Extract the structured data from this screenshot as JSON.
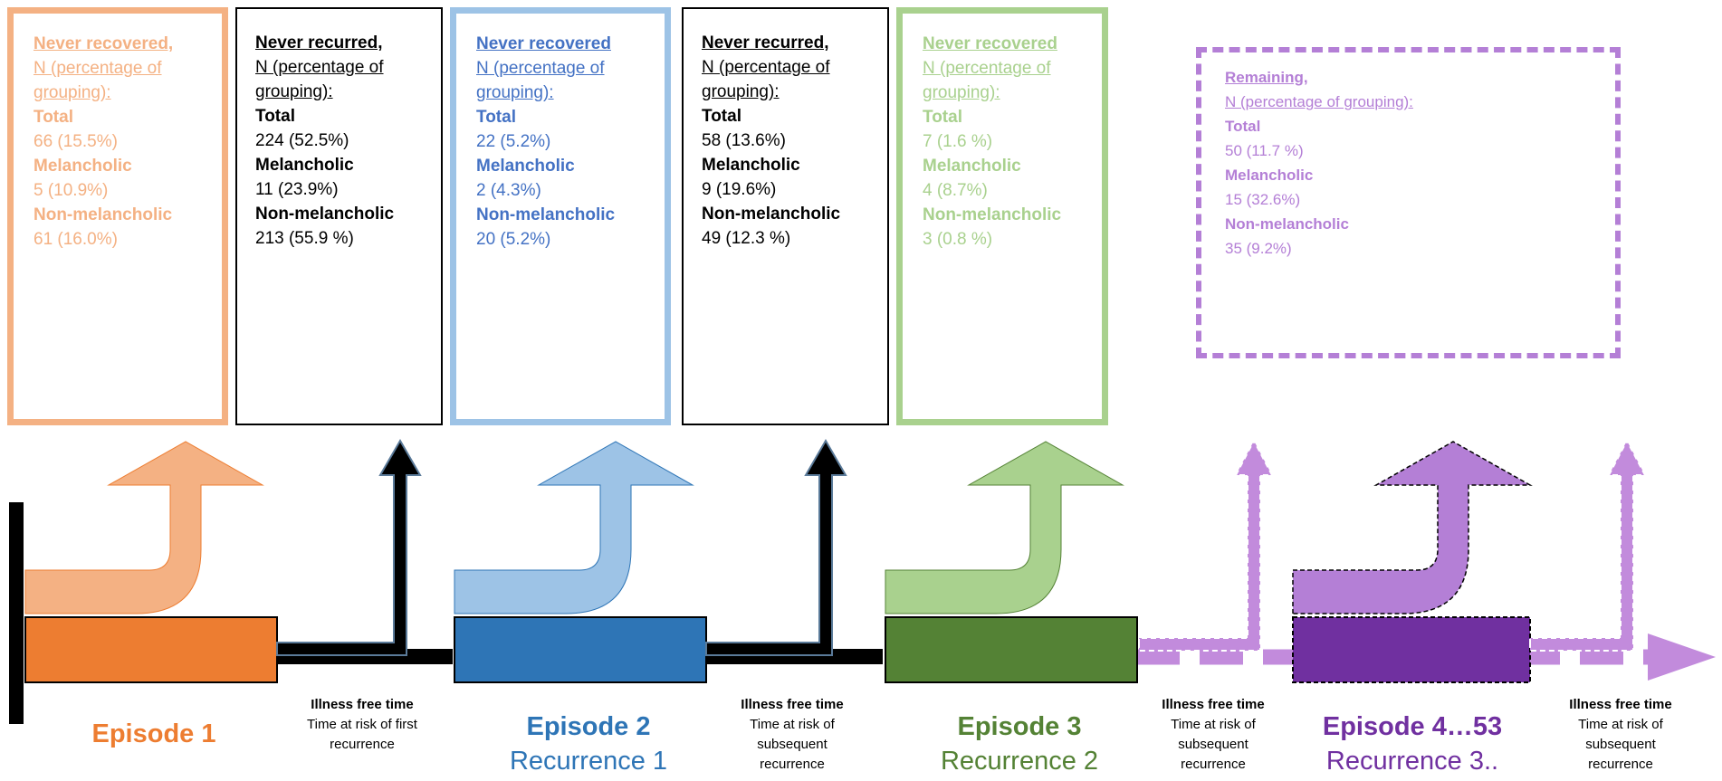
{
  "colors": {
    "orange": "#F4B183",
    "orange_dark": "#ED7D31",
    "blue": "#9DC3E6",
    "blue_dark": "#2E75B6",
    "blue_text": "#4472C4",
    "green": "#A9D18E",
    "green_dark": "#548235",
    "purple": "#C28BDC",
    "purple_dark": "#7030A0",
    "black": "#000000"
  },
  "boxes": [
    {
      "lines": [
        "Never recovered,",
        "N (percentage of",
        "grouping):"
      ],
      "total_label": "Total",
      "total": "66 (15.5%)",
      "mel_label": "Melancholic",
      "mel": "5 (10.9%)",
      "non_label": "Non-melancholic",
      "non": "61 (16.0%)"
    },
    {
      "lines": [
        "Never recurred,",
        "N (percentage of",
        "grouping):"
      ],
      "total_label": "Total",
      "total": "224 (52.5%)",
      "mel_label": "Melancholic",
      "mel": "11 (23.9%)",
      "non_label": "Non-melancholic",
      "non": "213 (55.9 %)"
    },
    {
      "lines": [
        "Never recovered",
        "N (percentage of",
        "grouping):"
      ],
      "total_label": "Total",
      "total": "22 (5.2%)",
      "mel_label": "Melancholic",
      "mel": "2 (4.3%)",
      "non_label": "Non-melancholic",
      "non": "20 (5.2%)"
    },
    {
      "lines": [
        "Never recurred,",
        "N (percentage of",
        "grouping):"
      ],
      "total_label": "Total",
      "total": "58 (13.6%)",
      "mel_label": "Melancholic",
      "mel": "9 (19.6%)",
      "non_label": "Non-melancholic",
      "non": "49 (12.3 %)"
    },
    {
      "lines": [
        "Never recovered",
        "N (percentage of",
        "grouping):"
      ],
      "total_label": "Total",
      "total": "7 (1.6 %)",
      "mel_label": "Melancholic",
      "mel": "4 (8.7%)",
      "non_label": "Non-melancholic",
      "non": "3 (0.8 %)"
    },
    {
      "lines": [
        "Remaining,",
        "N (percentage of grouping):"
      ],
      "total_label": "Total",
      "total": "50 (11.7 %)",
      "mel_label": "Melancholic",
      "mel": "15 (32.6%)",
      "non_label": "Non-melancholic",
      "non": "35 (9.2%)"
    }
  ],
  "episodes": [
    {
      "title": "Episode 1",
      "subtitle": ""
    },
    {
      "title": "Episode 2",
      "subtitle": "Recurrence 1"
    },
    {
      "title": "Episode 3",
      "subtitle": "Recurrence 2"
    },
    {
      "title": "Episode 4…53",
      "subtitle": "Recurrence 3.."
    }
  ],
  "illness_free": [
    {
      "heading": "Illness free time",
      "line1": "Time at risk of first",
      "line2": "recurrence",
      "line3": ""
    },
    {
      "heading": "Illness free time",
      "line1": "Time at risk of",
      "line2": "subsequent",
      "line3": "recurrence"
    },
    {
      "heading": "Illness free time",
      "line1": "Time at risk of",
      "line2": "subsequent",
      "line3": "recurrence"
    },
    {
      "heading": "Illness free time",
      "line1": "Time at risk of",
      "line2": "subsequent",
      "line3": "recurrence"
    }
  ]
}
